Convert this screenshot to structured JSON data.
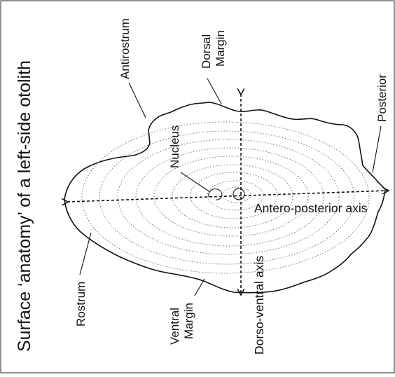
{
  "figure": {
    "title": "Surface ‘anatomy’ of a left-side otolith",
    "labels": {
      "antirostrum": "Antirostrum",
      "dorsal_1": "Dorsal",
      "dorsal_2": "Margin",
      "posterior": "Posterior",
      "nucleus": "Nucleus",
      "antero_posterior_axis": "Antero-posterior axis",
      "dorso_ventral_axis": "Dorso-ventral axis",
      "rostrum": "Rostrum",
      "ventral_1": "Ventral",
      "ventral_2": "Margin"
    }
  },
  "colors": {
    "line": "#111111",
    "rings": "#555555",
    "background": "#ffffff"
  }
}
